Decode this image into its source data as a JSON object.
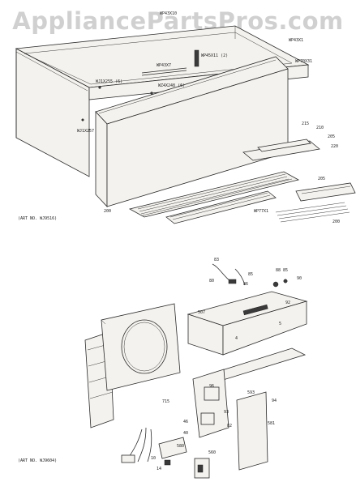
{
  "watermark": "AppliancePartsPros.com",
  "top_assembly": {
    "art_number": "(ART NO. WJ9516)",
    "callouts": [
      "WP43X10",
      "WP45X11 (2)",
      "WP43X7",
      "WP43X1",
      "WP70X31",
      "WJ1X255 (6)",
      "WZ4X248 (6)",
      "WJ1X257",
      "215",
      "210",
      "205",
      "220",
      "200",
      "WP77X1",
      "205",
      "200"
    ]
  },
  "bottom_assembly": {
    "art_number": "(ART NO. WJ9604)",
    "callouts": [
      "83",
      "85",
      "86",
      "80",
      "88 85",
      "90",
      "92",
      "507",
      "5",
      "4",
      "94",
      "593",
      "581",
      "96",
      "93",
      "82",
      "715",
      "46",
      "40",
      "10",
      "14",
      "580",
      "560"
    ]
  }
}
